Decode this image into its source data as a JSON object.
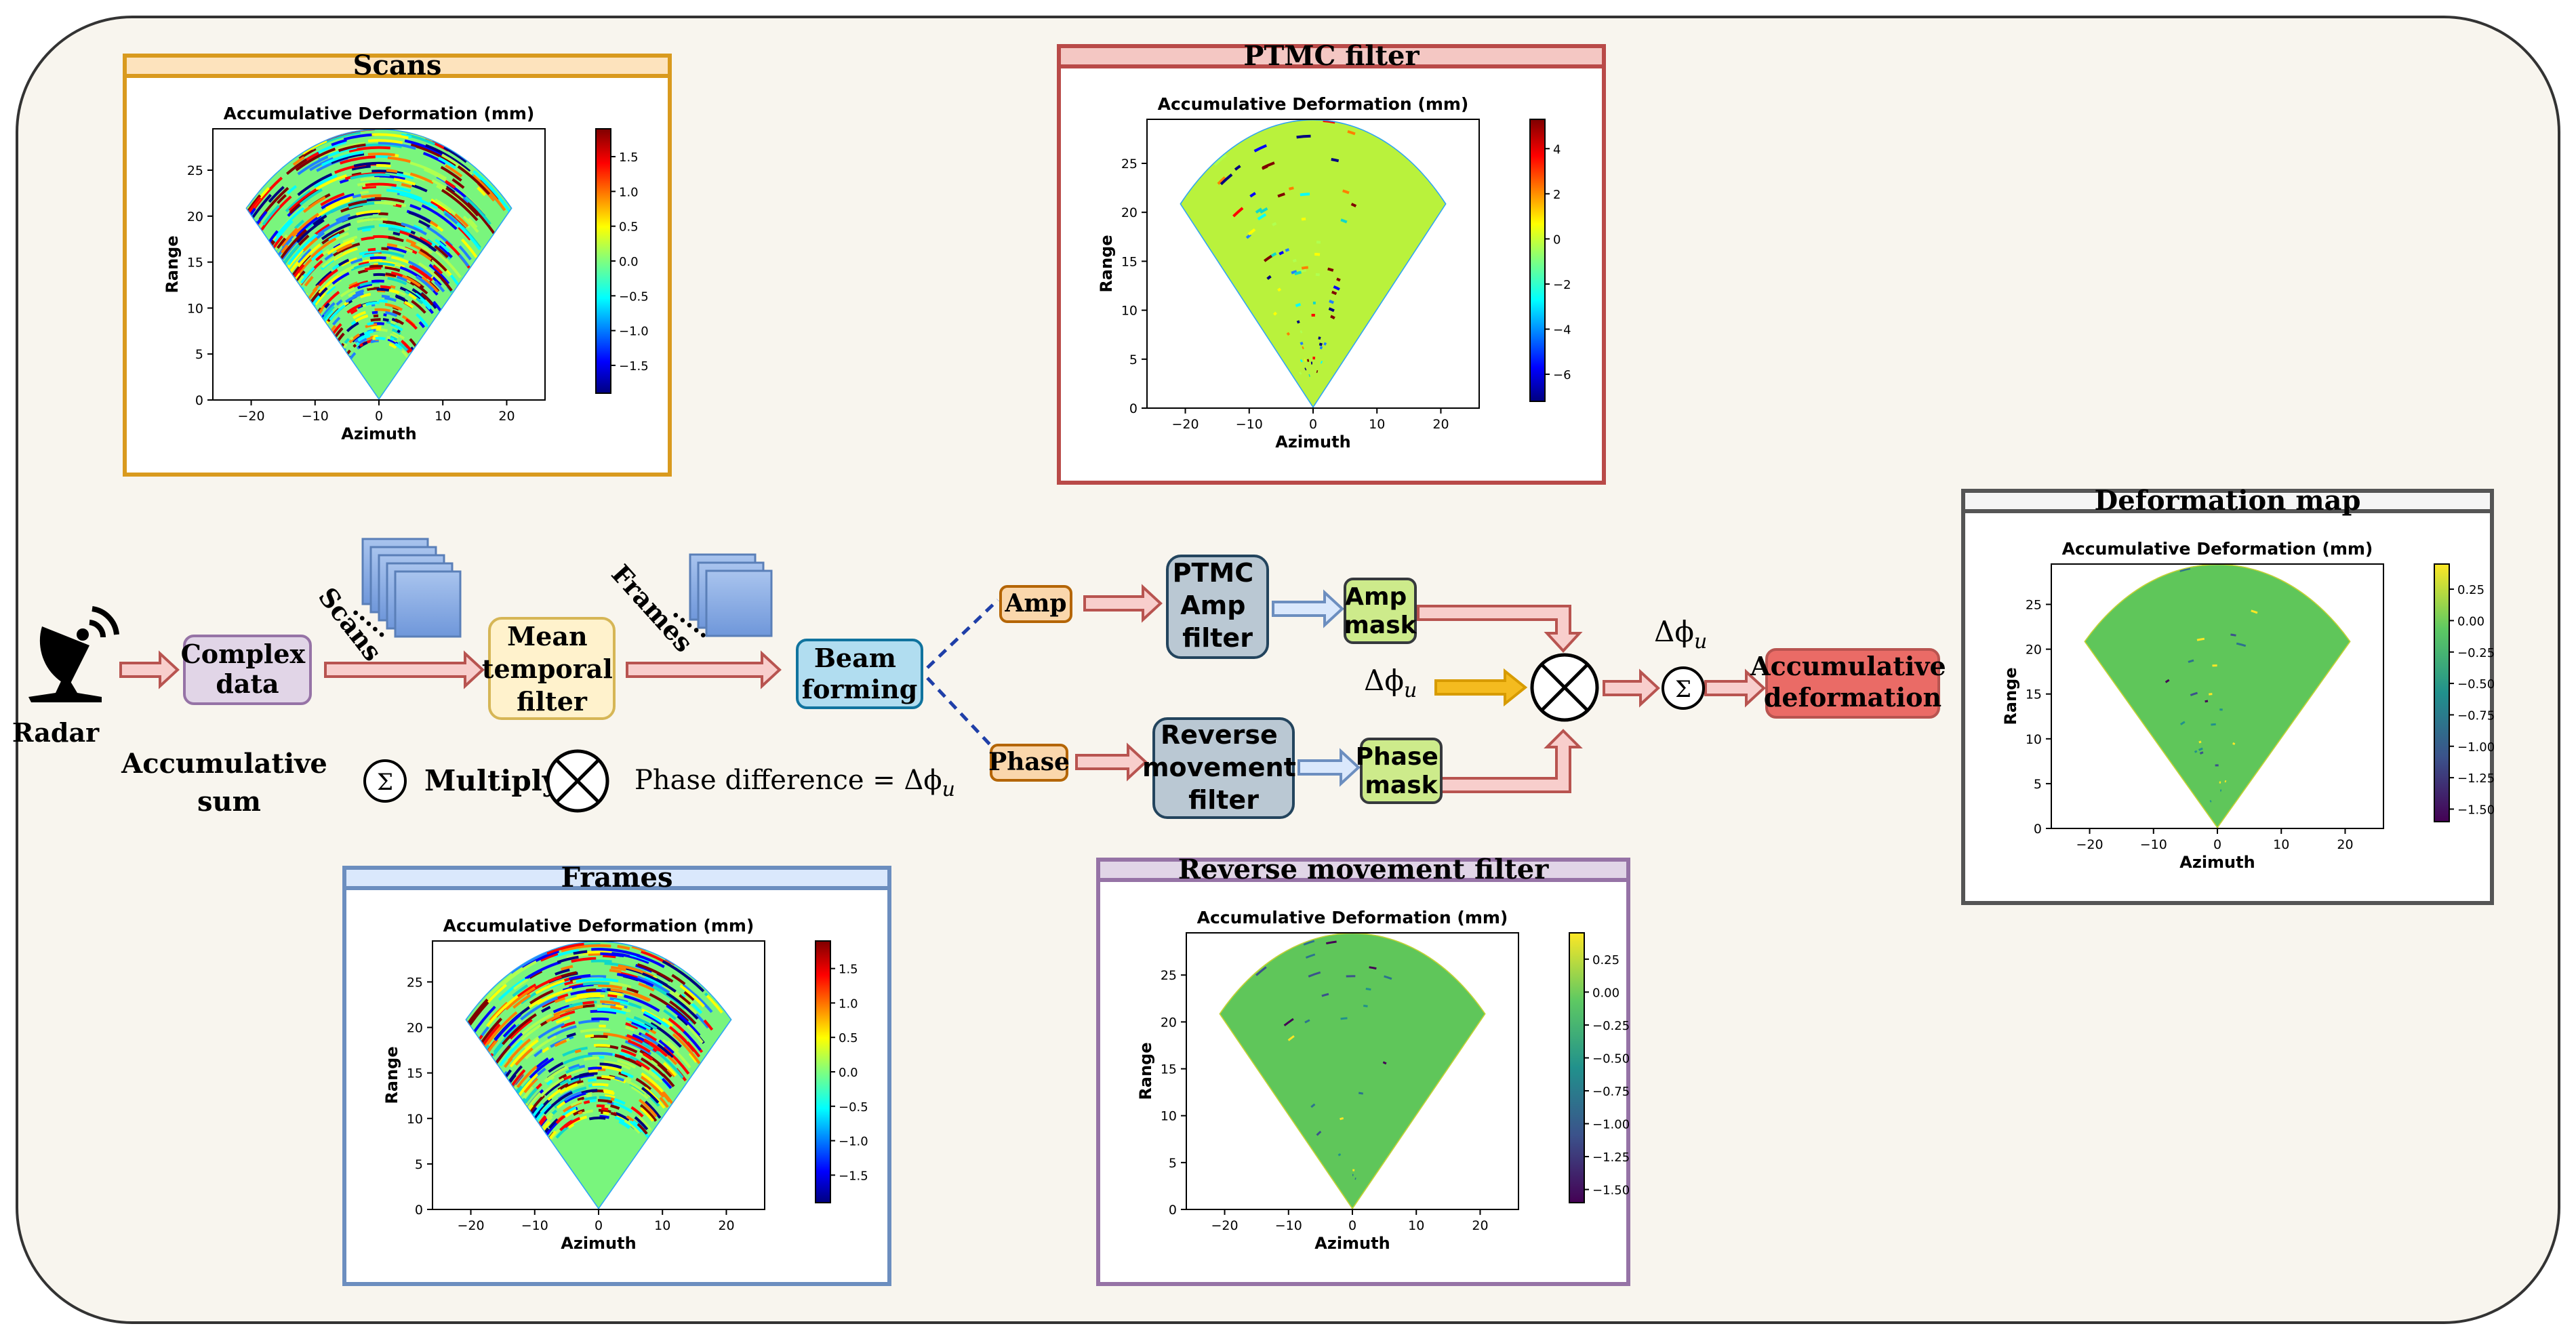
{
  "colors": {
    "background": "#f8f5ee",
    "border": "#333333",
    "panel_scans": "#d99a1e",
    "panel_scans_header": "#fde3bd",
    "panel_ptmc": "#b94a48",
    "panel_ptmc_header": "#f4c7c3",
    "panel_frames": "#6c8ebf",
    "panel_frames_header": "#dae8fc",
    "panel_reverse": "#9673a6",
    "panel_reverse_header": "#e1d5e7",
    "panel_deform": "#555555",
    "panel_deform_header": "#f5f5f5",
    "arrow_fill": "#f8cecc",
    "arrow_stroke": "#b85450",
    "blue_arrow_fill": "#dae8fc",
    "blue_arrow_stroke": "#6c8ebf",
    "yellow_arrow_fill": "#f4bb1f",
    "yellow_arrow_stroke": "#d79b00"
  },
  "labels": {
    "radar": "Radar",
    "complex_data": [
      "Complex",
      "data"
    ],
    "scans": "Scans",
    "frames": "Frames",
    "mean_temporal_filter": [
      "Mean",
      "temporal",
      "filter"
    ],
    "beam_forming": [
      "Beam",
      "forming"
    ],
    "amp": "Amp",
    "phase": "Phase",
    "ptmc_amp_filter": [
      "PTMC",
      "Amp",
      "filter"
    ],
    "reverse_movement_filter": [
      "Reverse",
      "movement",
      "filter"
    ],
    "amp_mask": [
      "Amp",
      "mask"
    ],
    "phase_mask": [
      "Phase",
      "mask"
    ],
    "delta_phi": "Δϕ",
    "delta_phi_sub": "u",
    "accumulative_deformation": [
      "Accumulative",
      "deformation"
    ],
    "accumulative_sum": [
      "Accumulative",
      "sum"
    ],
    "sigma": "Σ",
    "multiply": "Multiply",
    "phase_difference": "Phase difference = Δϕ",
    "dots": "....."
  },
  "panels": {
    "scans": "Scans",
    "ptmc": "PTMC filter",
    "frames": "Frames",
    "reverse": "Reverse movement filter",
    "deform": "Deformation map"
  },
  "chart_data": [
    {
      "id": "scans",
      "type": "heatmap",
      "title": "Accumulative Deformation (mm)",
      "xlabel": "Azimuth",
      "ylabel": "Range",
      "xlim": [
        -26,
        26
      ],
      "ylim": [
        0,
        29.5
      ],
      "xticks": [
        -20,
        -10,
        0,
        10,
        20
      ],
      "yticks": [
        0,
        5,
        10,
        15,
        20,
        25
      ],
      "colormap": "jet",
      "colorbar_range": [
        -1.9,
        1.9
      ],
      "colorbar_ticks": [
        "1.5",
        "1.0",
        "0.5",
        "0.0",
        "−0.5",
        "−1.0",
        "−1.5"
      ],
      "colorbar_tick_values": [
        1.5,
        1.0,
        0.5,
        0.0,
        -0.5,
        -1.0,
        -1.5
      ],
      "base_color": "#79f57d",
      "noise": "heavy"
    },
    {
      "id": "ptmc",
      "type": "heatmap",
      "title": "Accumulative Deformation (mm)",
      "xlabel": "Azimuth",
      "ylabel": "Range",
      "xlim": [
        -26,
        26
      ],
      "ylim": [
        0,
        29.5
      ],
      "xticks": [
        -20,
        -10,
        0,
        10,
        20
      ],
      "yticks": [
        0,
        5,
        10,
        15,
        20,
        25
      ],
      "colormap": "jet",
      "colorbar_range": [
        -7.2,
        5.3
      ],
      "colorbar_ticks": [
        "4",
        "2",
        "0",
        "−2",
        "−4",
        "−6"
      ],
      "colorbar_tick_values": [
        4,
        2,
        0,
        -2,
        -4,
        -6
      ],
      "base_color": "#b9f23c",
      "noise": "sparse"
    },
    {
      "id": "frames",
      "type": "heatmap",
      "title": "Accumulative Deformation (mm)",
      "xlabel": "Azimuth",
      "ylabel": "Range",
      "xlim": [
        -26,
        26
      ],
      "ylim": [
        0,
        29.5
      ],
      "xticks": [
        -20,
        -10,
        0,
        10,
        20
      ],
      "yticks": [
        0,
        5,
        10,
        15,
        20,
        25
      ],
      "colormap": "jet",
      "colorbar_range": [
        -1.9,
        1.9
      ],
      "colorbar_ticks": [
        "1.5",
        "1.0",
        "0.5",
        "0.0",
        "−0.5",
        "−1.0",
        "−1.5"
      ],
      "colorbar_tick_values": [
        1.5,
        1.0,
        0.5,
        0.0,
        -0.5,
        -1.0,
        -1.5
      ],
      "base_color": "#79f57d",
      "noise": "heavy-top"
    },
    {
      "id": "reverse",
      "type": "heatmap",
      "title": "Accumulative Deformation (mm)",
      "xlabel": "Azimuth",
      "ylabel": "Range",
      "xlim": [
        -26,
        26
      ],
      "ylim": [
        0,
        29.5
      ],
      "xticks": [
        -20,
        -10,
        0,
        10,
        20
      ],
      "yticks": [
        0,
        5,
        10,
        15,
        20,
        25
      ],
      "colormap": "viridis",
      "colorbar_range": [
        -1.6,
        0.45
      ],
      "colorbar_ticks": [
        "0.25",
        "0.00",
        "−0.25",
        "−0.50",
        "−0.75",
        "−1.00",
        "−1.25",
        "−1.50"
      ],
      "colorbar_tick_values": [
        0.25,
        0.0,
        -0.25,
        -0.5,
        -0.75,
        -1.0,
        -1.25,
        -1.5
      ],
      "base_color": "#5fc65a",
      "noise": "minimal"
    },
    {
      "id": "deform",
      "type": "heatmap",
      "title": "Accumulative Deformation (mm)",
      "xlabel": "Azimuth",
      "ylabel": "Range",
      "xlim": [
        -26,
        26
      ],
      "ylim": [
        0,
        29.5
      ],
      "xticks": [
        -20,
        -10,
        0,
        10,
        20
      ],
      "yticks": [
        0,
        5,
        10,
        15,
        20,
        25
      ],
      "colormap": "viridis",
      "colorbar_range": [
        -1.6,
        0.45
      ],
      "colorbar_ticks": [
        "0.25",
        "0.00",
        "−0.25",
        "−0.50",
        "−0.75",
        "−1.00",
        "−1.25",
        "−1.50"
      ],
      "colorbar_tick_values": [
        0.25,
        0.0,
        -0.25,
        -0.5,
        -0.75,
        -1.0,
        -1.25,
        -1.5
      ],
      "base_color": "#5fc65a",
      "noise": "minimal"
    }
  ]
}
